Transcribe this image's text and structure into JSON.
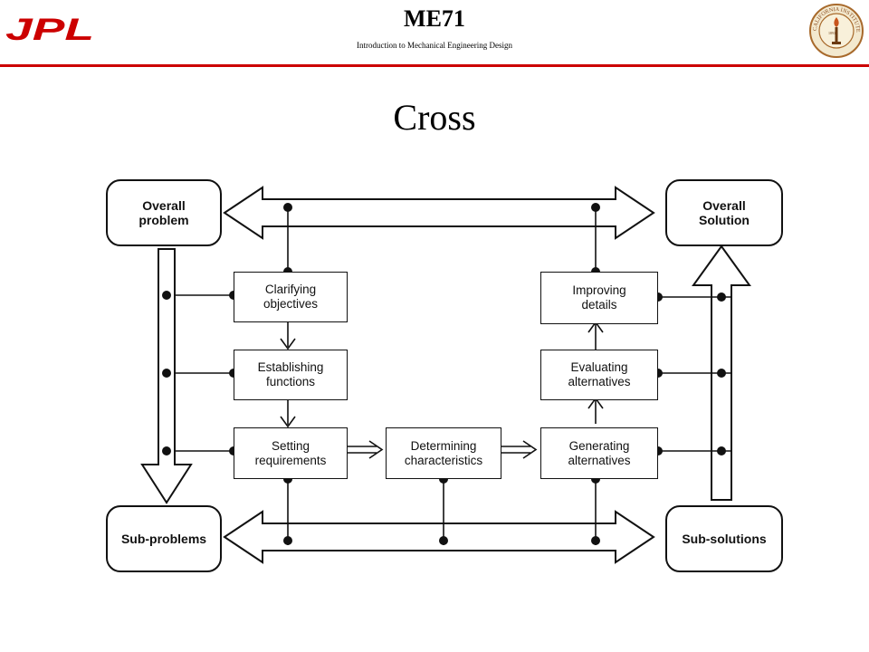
{
  "header": {
    "logo_text": "JPL",
    "course_title": "ME71",
    "course_subtitle": "Introduction to Mechanical Engineering Design",
    "seal_text": "CALIFORNIA INSTITUTE OF TECHNOLOGY",
    "seal_year": "1891",
    "accent_color": "#cc0000",
    "logo_color": "#cc0000"
  },
  "slide": {
    "title": "Cross"
  },
  "diagram": {
    "corners": {
      "overall_problem": "Overall\nproblem",
      "overall_solution": "Overall\nSolution",
      "sub_problems": "Sub-problems",
      "sub_solutions": "Sub-solutions"
    },
    "stages": {
      "clarifying": "Clarifying\nobjectives",
      "establishing": "Establishing\nfunctions",
      "setting": "Setting\nrequirements",
      "determining": "Determining\ncharacteristics",
      "generating": "Generating\nalternatives",
      "evaluating": "Evaluating\nalternatives",
      "improving": "Improving\ndetails"
    }
  }
}
